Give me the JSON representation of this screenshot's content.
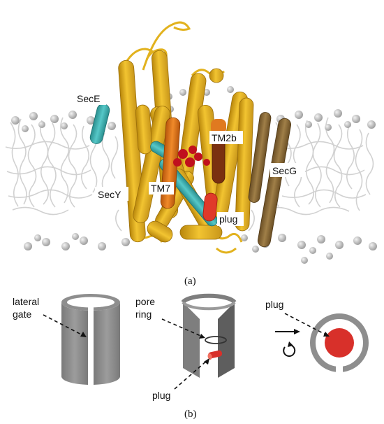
{
  "panel_a": {
    "labels": {
      "secE": "SecE",
      "secY": "SecY",
      "secG": "SecG",
      "tm7": "TM7",
      "tm2b": "TM2b",
      "plug": "plug"
    },
    "caption": "(a)"
  },
  "panel_b": {
    "lateral_gate_line1": "lateral",
    "lateral_gate_line2": "gate",
    "pore_ring_line1": "pore",
    "pore_ring_line2": "ring",
    "plug_middle": "plug",
    "plug_right": "plug",
    "caption": "(b)"
  },
  "colors": {
    "secY_helix": "#E8B828",
    "secY_dark": "#B8860B",
    "secE": "#3AB0B0",
    "secG": "#8B6B3A",
    "tm7": "#E07A20",
    "tm2b": "#8B3A10",
    "plug": "#E03A2A",
    "lipid": "#C8C8C8",
    "cylinder": "#8A8A8A",
    "plug_disc": "#D8302A"
  },
  "icons": {
    "right_arrow": "arrow-right-icon",
    "rotate": "rotate-arrow-icon"
  }
}
